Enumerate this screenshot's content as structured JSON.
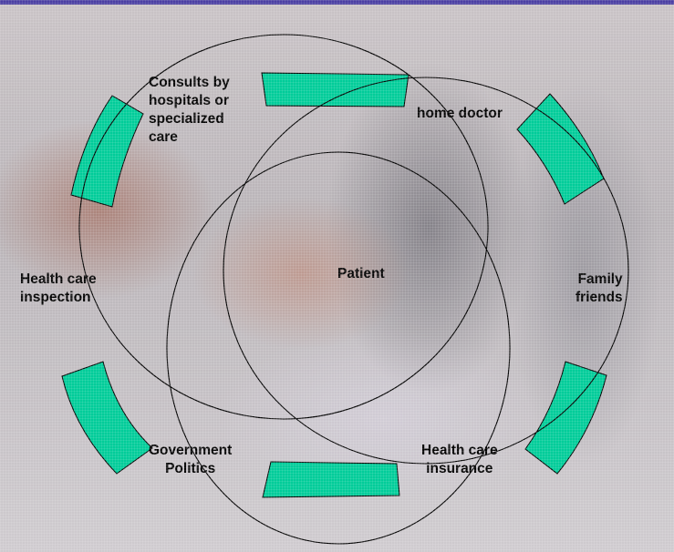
{
  "diagram": {
    "center_label": "Patient",
    "labels": {
      "consults": "Consults by\nhospitals or\nspecialized\ncare",
      "home_doctor": "home doctor",
      "family": "Family\nfriends",
      "insurance": "Health care\ninsurance",
      "government": "Government\nPolitics",
      "inspection": "Health care\ninspection"
    },
    "segment_color": "#00cc99",
    "circle_color": "#000000",
    "top_bar_color": "#4b3fa3"
  }
}
